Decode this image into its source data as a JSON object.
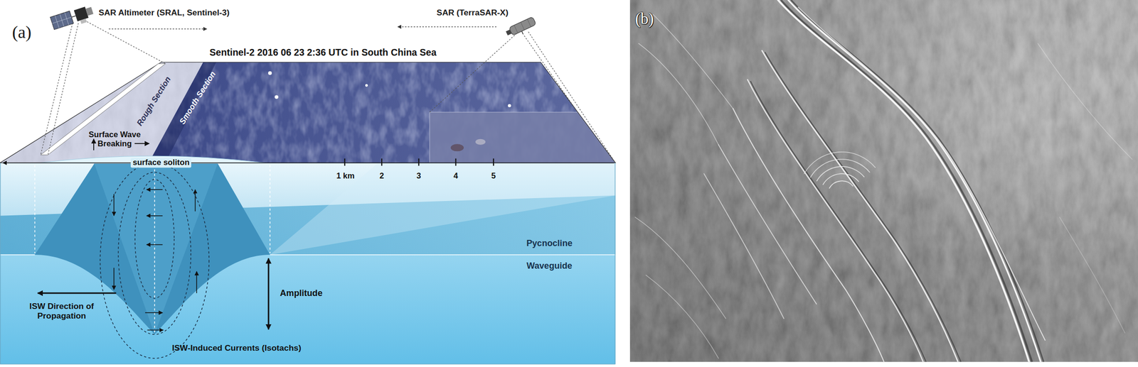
{
  "diagram": {
    "title": "Sentinel-2 2016 06 23 2:36 UTC in South China Sea",
    "labels": [
      "(a)",
      "SAR Altimeter (SRAL, Sentinel-3)",
      "SAR (TerraSAR-X)",
      "Rough Section",
      "Smooth Section",
      "Surface Wave Breaking",
      "surface soliton",
      "1 km",
      "2",
      "3",
      "4",
      "5",
      "Pycnocline",
      "Waveguide",
      "Amplitude",
      "ISW Direction of Propagation",
      "ISW-Induced Currents (Isotachs)",
      "(b)"
    ]
  }
}
